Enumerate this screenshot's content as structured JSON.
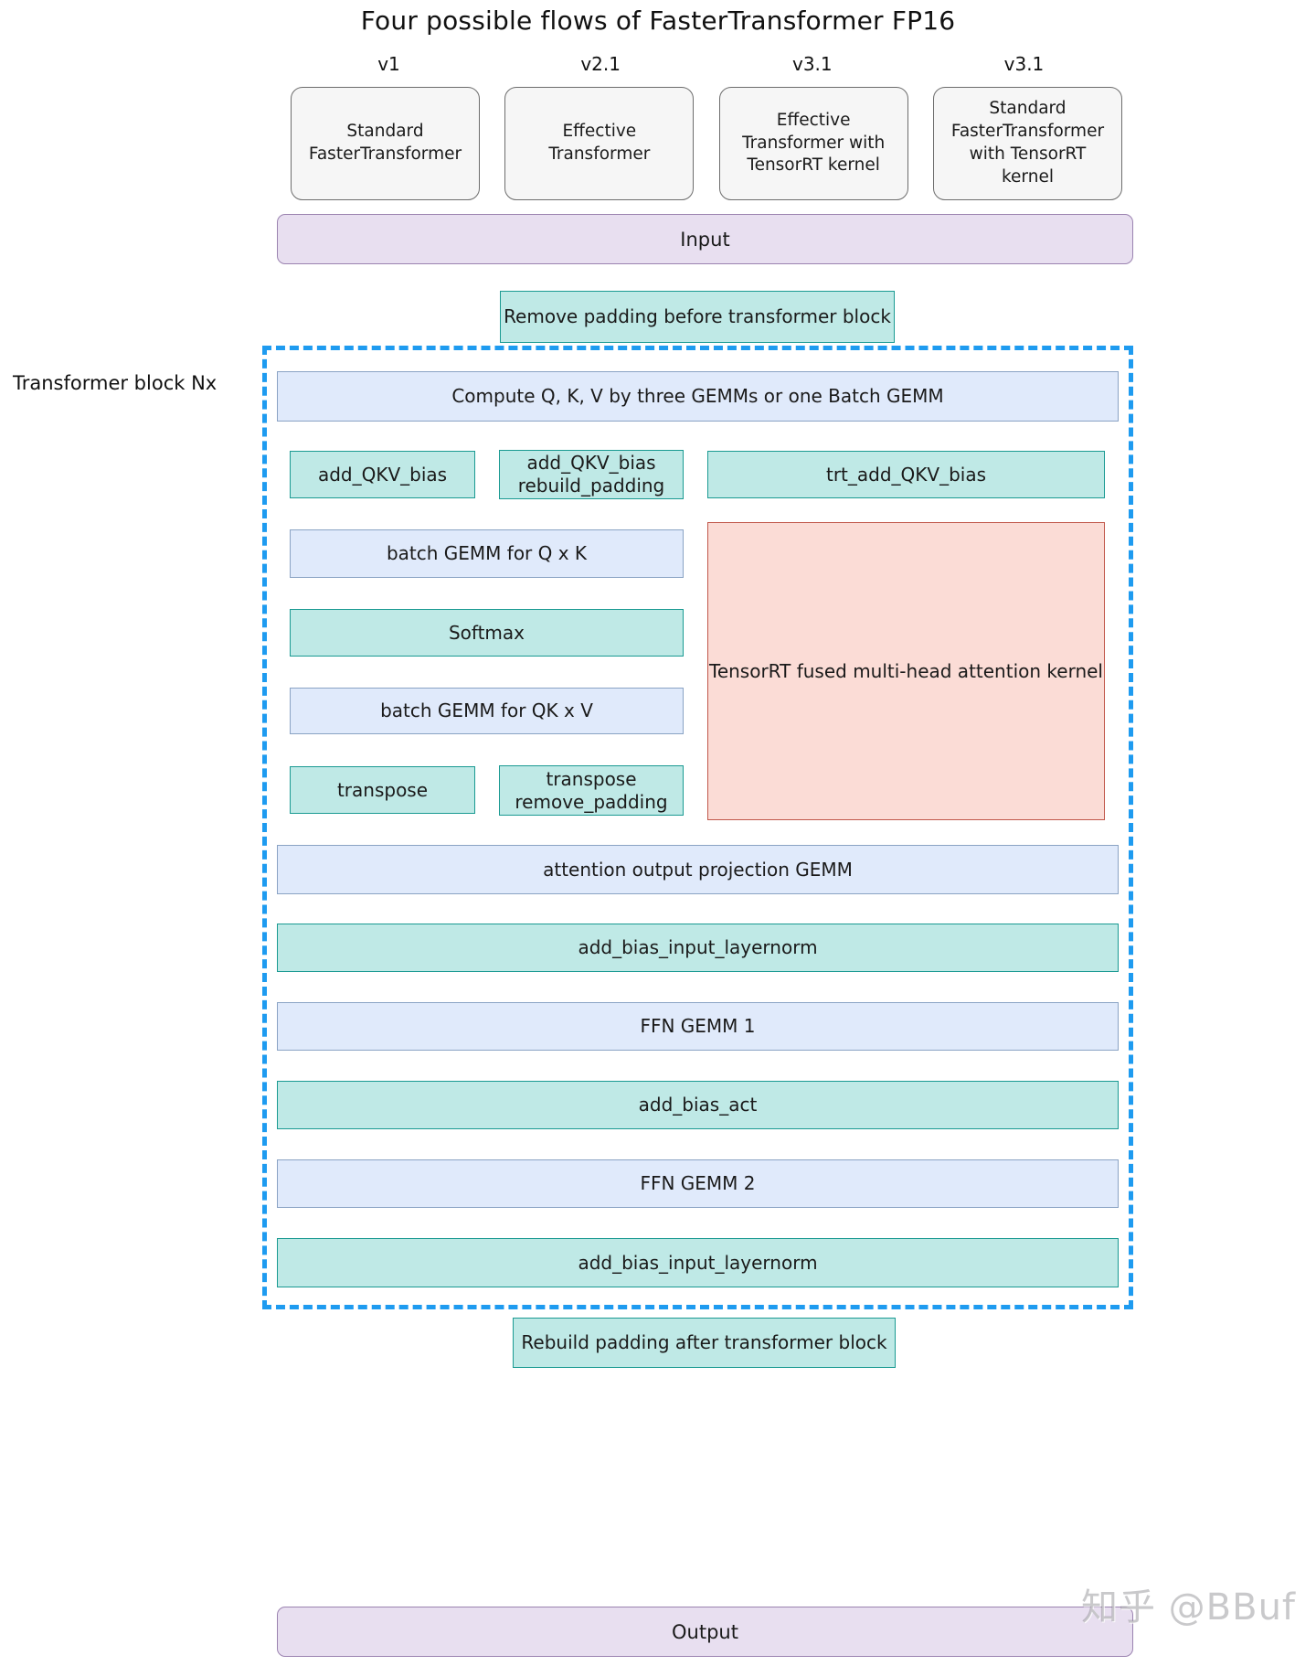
{
  "title": "Four possible flows of FasterTransformer FP16",
  "versions": [
    {
      "label": "v1",
      "name": "Standard FasterTransformer"
    },
    {
      "label": "v2.1",
      "name": "Effective Transformer"
    },
    {
      "label": "v3.1",
      "name": "Effective Transformer with TensorRT kernel"
    },
    {
      "label": "v3.1",
      "name": "Standard FasterTransformer with TensorRT kernel"
    }
  ],
  "flow": {
    "input": "Input",
    "output": "Output",
    "remove_padding": "Remove padding before transformer block",
    "rebuild_padding": "Rebuild padding after transformer block",
    "block_label": "Transformer block Nx"
  },
  "ops": {
    "qkv_gemm": "Compute Q, K, V by three GEMMs or one Batch GEMM",
    "add_qkv_bias": "add_QKV_bias",
    "add_qkv_bias_rebuild_padding": "add_QKV_bias rebuild_padding",
    "trt_add_qkv_bias": "trt_add_QKV_bias",
    "batch_gemm_qk": "batch GEMM for Q x K",
    "softmax": "Softmax",
    "batch_gemm_qkv": "batch GEMM for QK x V",
    "transpose": "transpose",
    "transpose_remove_padding": "transpose remove_padding",
    "trt_fused_mha": "TensorRT fused multi-head attention kernel",
    "attention_output_projection": "attention output projection GEMM",
    "add_bias_input_layernorm_1": "add_bias_input_layernorm",
    "ffn_gemm_1": "FFN GEMM 1",
    "add_bias_act": "add_bias_act",
    "ffn_gemm_2": "FFN GEMM 2",
    "add_bias_input_layernorm_2": "add_bias_input_layernorm"
  },
  "watermark": "知乎 @BBuf",
  "colors": {
    "teal_fill": "#bfe9e6",
    "teal_stroke": "#1a9a92",
    "blue_fill": "#e0eafb",
    "blue_stroke": "#8aa3c4",
    "pink_fill": "#fbdcd6",
    "pink_stroke": "#c0574a",
    "purple_fill": "#e8dff0",
    "purple_stroke": "#9b83b0",
    "dashed_border": "#1e9bf0",
    "variant_fill": "#f6f6f6",
    "variant_stroke": "#6d6d6d"
  }
}
